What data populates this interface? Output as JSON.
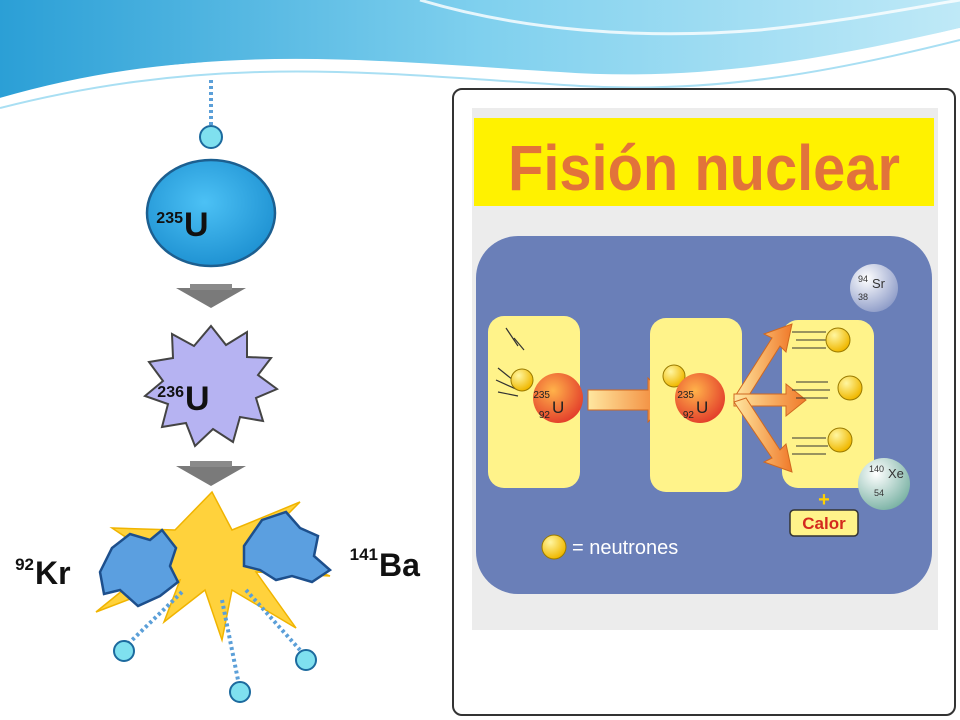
{
  "left_diagram": {
    "u235": {
      "mass": "235",
      "symbol": "U"
    },
    "u236": {
      "mass": "236",
      "symbol": "U"
    },
    "kr": {
      "mass": "92",
      "symbol": "Kr"
    },
    "ba": {
      "mass": "141",
      "symbol": "Ba"
    }
  },
  "right_panel": {
    "title": "Fisión nuclear",
    "nucleus_before": {
      "mass": "235",
      "atomic": "92",
      "symbol": "U"
    },
    "nucleus_hit": {
      "mass": "235",
      "atomic": "92",
      "symbol": "U"
    },
    "sr": {
      "mass": "94",
      "atomic": "38",
      "symbol": "Sr"
    },
    "xe": {
      "mass": "140",
      "atomic": "54",
      "symbol": "Xe"
    },
    "plus": "+",
    "calor": "Calor",
    "legend": "= neutrones"
  },
  "colors": {
    "u235_fill": "#2fa8e8",
    "u236_fill": "#b9b7f0",
    "fragment_fill": "#5b9fe0",
    "burst_fill": "#ffd23c",
    "title_bg": "#fff200",
    "title_text": "#e2733a",
    "panel_bg": "#6a7fb8",
    "box_bg": "#fff38a"
  }
}
